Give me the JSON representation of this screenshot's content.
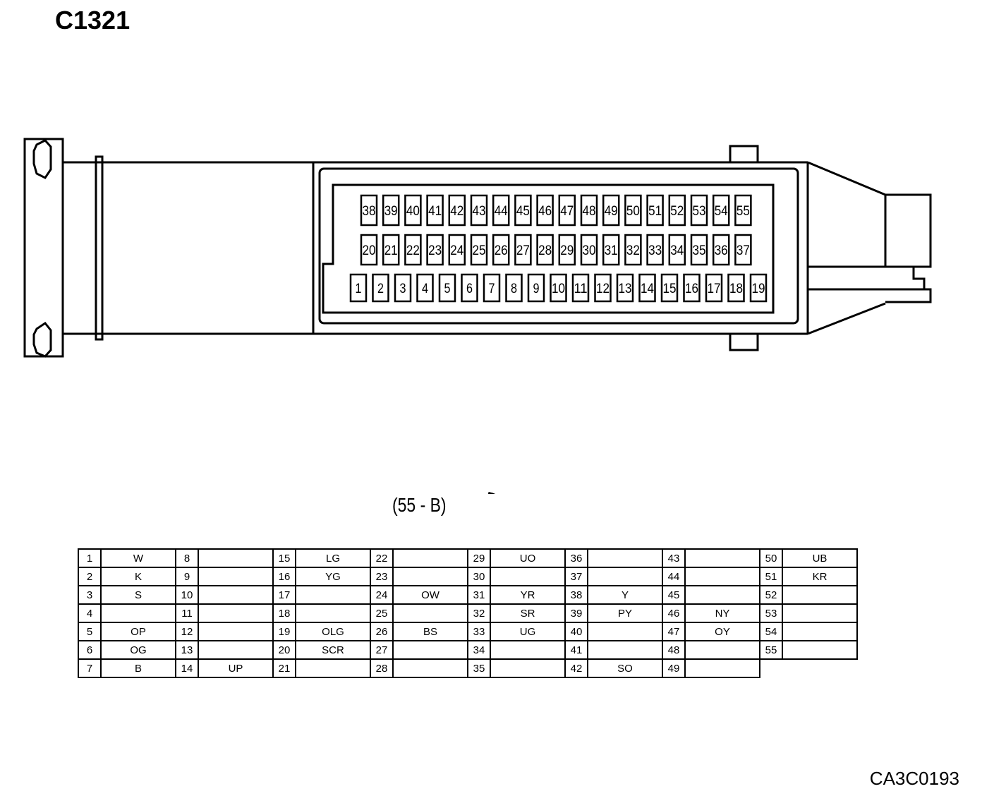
{
  "title": "C1321",
  "ref_code": "CA3C0193",
  "key_label": "(55 - B)",
  "pin_rows": {
    "top": [
      "38",
      "39",
      "40",
      "41",
      "42",
      "43",
      "44",
      "45",
      "46",
      "47",
      "48",
      "49",
      "50",
      "51",
      "52",
      "53",
      "54",
      "55"
    ],
    "middle": [
      "20",
      "21",
      "22",
      "23",
      "24",
      "25",
      "26",
      "27",
      "28",
      "29",
      "30",
      "31",
      "32",
      "33",
      "34",
      "35",
      "36",
      "37"
    ],
    "bottom": [
      "1",
      "2",
      "3",
      "4",
      "5",
      "6",
      "7",
      "8",
      "9",
      "10",
      "11",
      "12",
      "13",
      "14",
      "15",
      "16",
      "17",
      "18",
      "19"
    ]
  },
  "pin_table": {
    "columns": [
      [
        [
          "1",
          "W"
        ],
        [
          "2",
          "K"
        ],
        [
          "3",
          "S"
        ],
        [
          "4",
          ""
        ],
        [
          "5",
          "OP"
        ],
        [
          "6",
          "OG"
        ],
        [
          "7",
          "B"
        ]
      ],
      [
        [
          "8",
          ""
        ],
        [
          "9",
          ""
        ],
        [
          "10",
          ""
        ],
        [
          "11",
          ""
        ],
        [
          "12",
          ""
        ],
        [
          "13",
          ""
        ],
        [
          "14",
          "UP"
        ]
      ],
      [
        [
          "15",
          "LG"
        ],
        [
          "16",
          "YG"
        ],
        [
          "17",
          ""
        ],
        [
          "18",
          ""
        ],
        [
          "19",
          "OLG"
        ],
        [
          "20",
          "SCR"
        ],
        [
          "21",
          ""
        ]
      ],
      [
        [
          "22",
          ""
        ],
        [
          "23",
          ""
        ],
        [
          "24",
          "OW"
        ],
        [
          "25",
          ""
        ],
        [
          "26",
          "BS"
        ],
        [
          "27",
          ""
        ],
        [
          "28",
          ""
        ]
      ],
      [
        [
          "29",
          "UO"
        ],
        [
          "30",
          ""
        ],
        [
          "31",
          "YR"
        ],
        [
          "32",
          "SR"
        ],
        [
          "33",
          "UG"
        ],
        [
          "34",
          ""
        ],
        [
          "35",
          ""
        ]
      ],
      [
        [
          "36",
          ""
        ],
        [
          "37",
          ""
        ],
        [
          "38",
          "Y"
        ],
        [
          "39",
          "PY"
        ],
        [
          "40",
          ""
        ],
        [
          "41",
          ""
        ],
        [
          "42",
          "SO"
        ]
      ],
      [
        [
          "43",
          ""
        ],
        [
          "44",
          ""
        ],
        [
          "45",
          ""
        ],
        [
          "46",
          "NY"
        ],
        [
          "47",
          "OY"
        ],
        [
          "48",
          ""
        ],
        [
          "49",
          ""
        ]
      ],
      [
        [
          "50",
          "UB"
        ],
        [
          "51",
          "KR"
        ],
        [
          "52",
          ""
        ],
        [
          "53",
          ""
        ],
        [
          "54",
          ""
        ],
        [
          "55",
          ""
        ]
      ]
    ]
  }
}
